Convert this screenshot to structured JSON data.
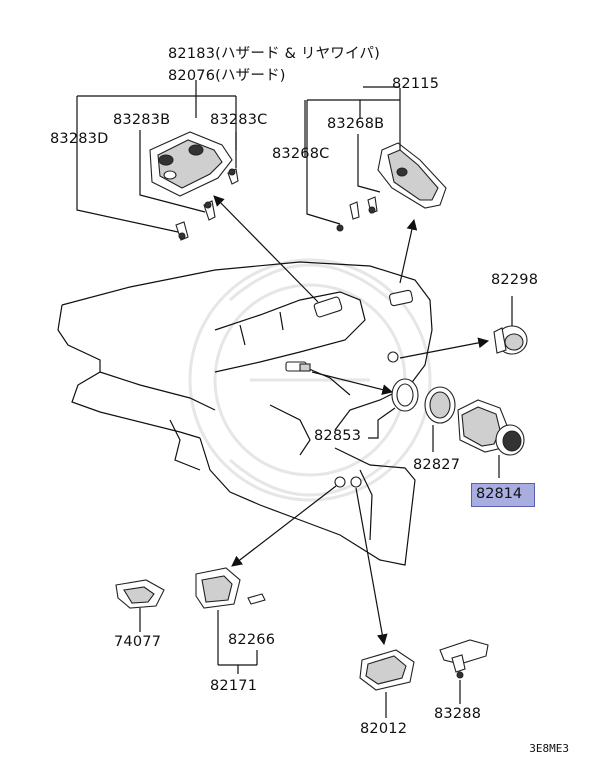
{
  "diagram_code": "3E8ME3",
  "highlighted_part": "82814",
  "labels": {
    "l82183": "82183(ハザード & リヤワイパ)",
    "l82076": "82076(ハザード)",
    "l82115": "82115",
    "l83283B": "83283B",
    "l83283C": "83283C",
    "l83283D": "83283D",
    "l83268B": "83268B",
    "l83268C": "83268C",
    "l82298": "82298",
    "l82853": "82853",
    "l82827": "82827",
    "l82814": "82814",
    "l74077": "74077",
    "l82266": "82266",
    "l82171": "82171",
    "l82012": "82012",
    "l83288": "83288"
  }
}
